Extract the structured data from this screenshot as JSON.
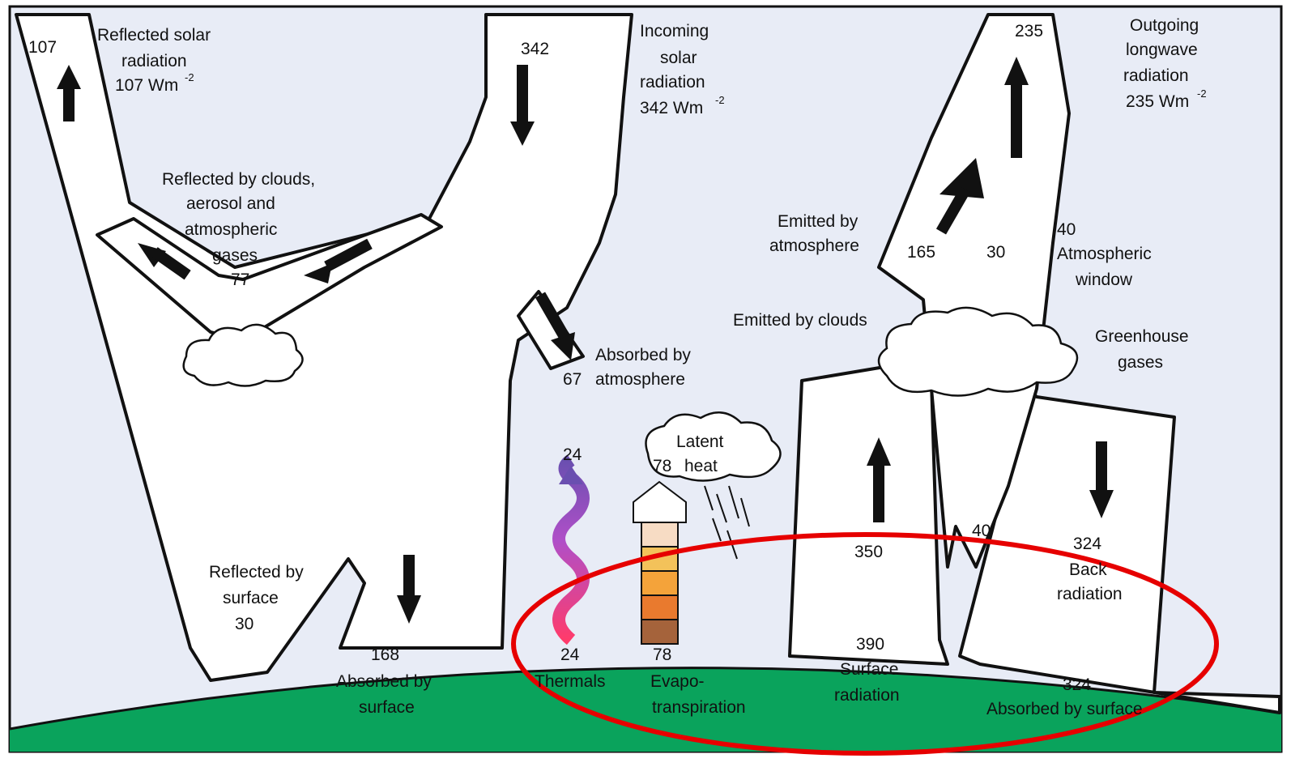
{
  "labels": {
    "n107_top": "107",
    "reflected_solar_1": "Reflected solar",
    "reflected_solar_2": "radiation",
    "reflected_solar_3": "107 Wm",
    "exp_m2": "-2",
    "n342_top": "342",
    "incoming_1": "Incoming",
    "incoming_2": "solar",
    "incoming_3": "radiation",
    "incoming_4": "342 Wm",
    "n235_top": "235",
    "outgoing_1": "Outgoing",
    "outgoing_2": "longwave",
    "outgoing_3": "radiation",
    "outgoing_4": "235 Wm",
    "clouds_1": "Reflected by clouds,",
    "clouds_2": "aerosol and",
    "clouds_3": "atmospheric",
    "clouds_4": "gases",
    "clouds_5": "77",
    "emit_atm_1": "Emitted by",
    "emit_atm_2": "atmosphere",
    "n165": "165",
    "n30_mid": "30",
    "n40_top": "40",
    "window_1": "Atmospheric",
    "window_2": "window",
    "emit_clouds": "Emitted by clouds",
    "greenhouse_1": "Greenhouse",
    "greenhouse_2": "gases",
    "absorbed_atm_1": "Absorbed by",
    "absorbed_atm_2": "atmosphere",
    "n67": "67",
    "latent_1": "Latent",
    "latent_2": "heat",
    "n78_top": "78",
    "n24_top": "24",
    "n40_low": "40",
    "n350": "350",
    "n324_back": "324",
    "back_1": "Back",
    "back_2": "radiation",
    "refl_surf_1": "Reflected by",
    "refl_surf_2": "surface",
    "refl_surf_3": "30",
    "n168": "168",
    "abs_surf_1": "Absorbed by",
    "abs_surf_2": "surface",
    "n24_bot": "24",
    "thermals": "Thermals",
    "n78_bot": "78",
    "evapo_1": "Evapo-",
    "evapo_2": "transpiration",
    "n390": "390",
    "surf_rad_1": "Surface",
    "surf_rad_2": "radiation",
    "n324_bot": "324",
    "abs_by_surface": "Absorbed by surface"
  },
  "colors": {
    "sky": "#e8ecf6",
    "ground": "#0aa35c",
    "highlight": "#e60000",
    "wave_top": "#6a4fb0",
    "wave_bottom": "#ff3b6b",
    "evap_bands": [
      "#f7dcc4",
      "#f3c25a",
      "#f4a33a",
      "#e97a2e",
      "#a5633b"
    ]
  }
}
